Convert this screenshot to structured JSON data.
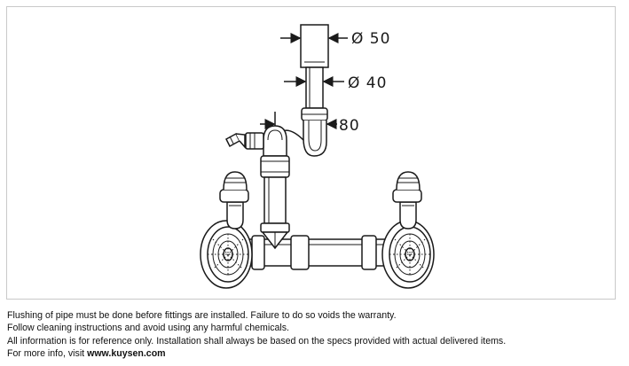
{
  "drawing": {
    "dimensions": [
      {
        "label": "Ø 50"
      },
      {
        "label": "Ø 40"
      },
      {
        "label": "80"
      }
    ]
  },
  "notes": {
    "line1": "Flushing of pipe must be done before fittings are installed. Failure to do so voids the warranty.",
    "line2": "Follow cleaning instructions and avoid using any harmful chemicals.",
    "line3": "All information is for reference only. Installation shall always be based on the specs provided with actual delivered items.",
    "line4_prefix": "For more info, visit ",
    "line4_link": "www.kuysen.com"
  }
}
